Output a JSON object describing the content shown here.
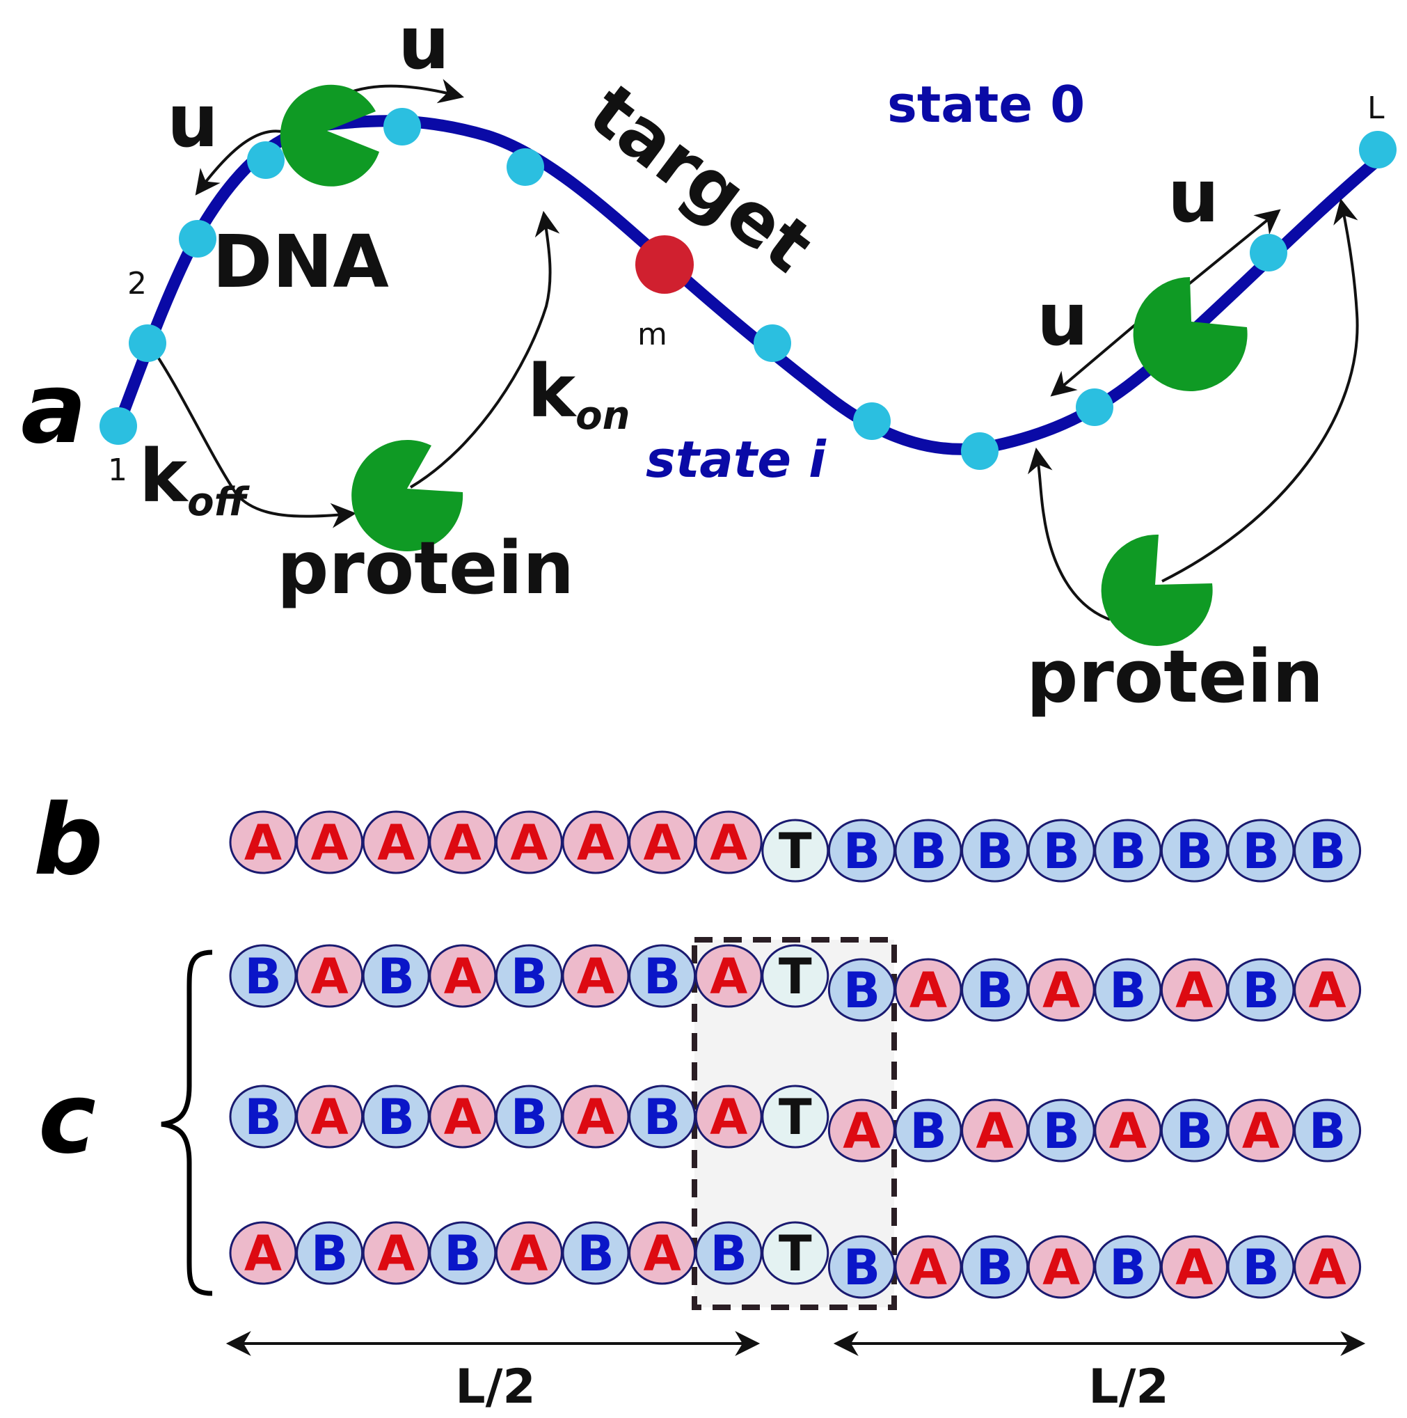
{
  "panel_a": {
    "panel_label": "a",
    "labels": {
      "dna": "DNA",
      "target": "target",
      "state0": "state 0",
      "statei": "state i",
      "protein_left": "protein",
      "protein_right": "protein",
      "site1": "1",
      "site2": "2",
      "sitem": "m",
      "siteL": "L",
      "u_top": "u",
      "u_left": "u",
      "u_right_top": "u",
      "u_right_mid": "u",
      "k_on_main": "k",
      "k_on_sub": "on",
      "k_off_main": "k",
      "k_off_sub": "off"
    },
    "colors": {
      "dna": "#0a0aa6",
      "site": "#2bbfe0",
      "target": "#d0202f",
      "protein": "#0f9a24",
      "state": "#0a0aa6"
    }
  },
  "panel_b": {
    "panel_label": "b",
    "sequence": [
      "A",
      "A",
      "A",
      "A",
      "A",
      "A",
      "A",
      "A",
      "T",
      "B",
      "B",
      "B",
      "B",
      "B",
      "B",
      "B",
      "B"
    ]
  },
  "panel_c": {
    "panel_label": "c",
    "rows": [
      [
        "B",
        "A",
        "B",
        "A",
        "B",
        "A",
        "B",
        "A",
        "T",
        "B",
        "A",
        "B",
        "A",
        "B",
        "A",
        "B",
        "A"
      ],
      [
        "B",
        "A",
        "B",
        "A",
        "B",
        "A",
        "B",
        "A",
        "T",
        "A",
        "B",
        "A",
        "B",
        "A",
        "B",
        "A",
        "B"
      ],
      [
        "A",
        "B",
        "A",
        "B",
        "A",
        "B",
        "A",
        "B",
        "T",
        "B",
        "A",
        "B",
        "A",
        "B",
        "A",
        "B",
        "A"
      ]
    ],
    "half_label_left": "L/2",
    "half_label_right": "L/2"
  },
  "bead_colors": {
    "A": {
      "fill": "#edbacb",
      "text": "#dd0a12"
    },
    "B": {
      "fill": "#b9d3ee",
      "text": "#0a16c8"
    },
    "T": {
      "fill": "#e4f2f2",
      "text": "#111111"
    },
    "stroke": "#1a1a70"
  }
}
